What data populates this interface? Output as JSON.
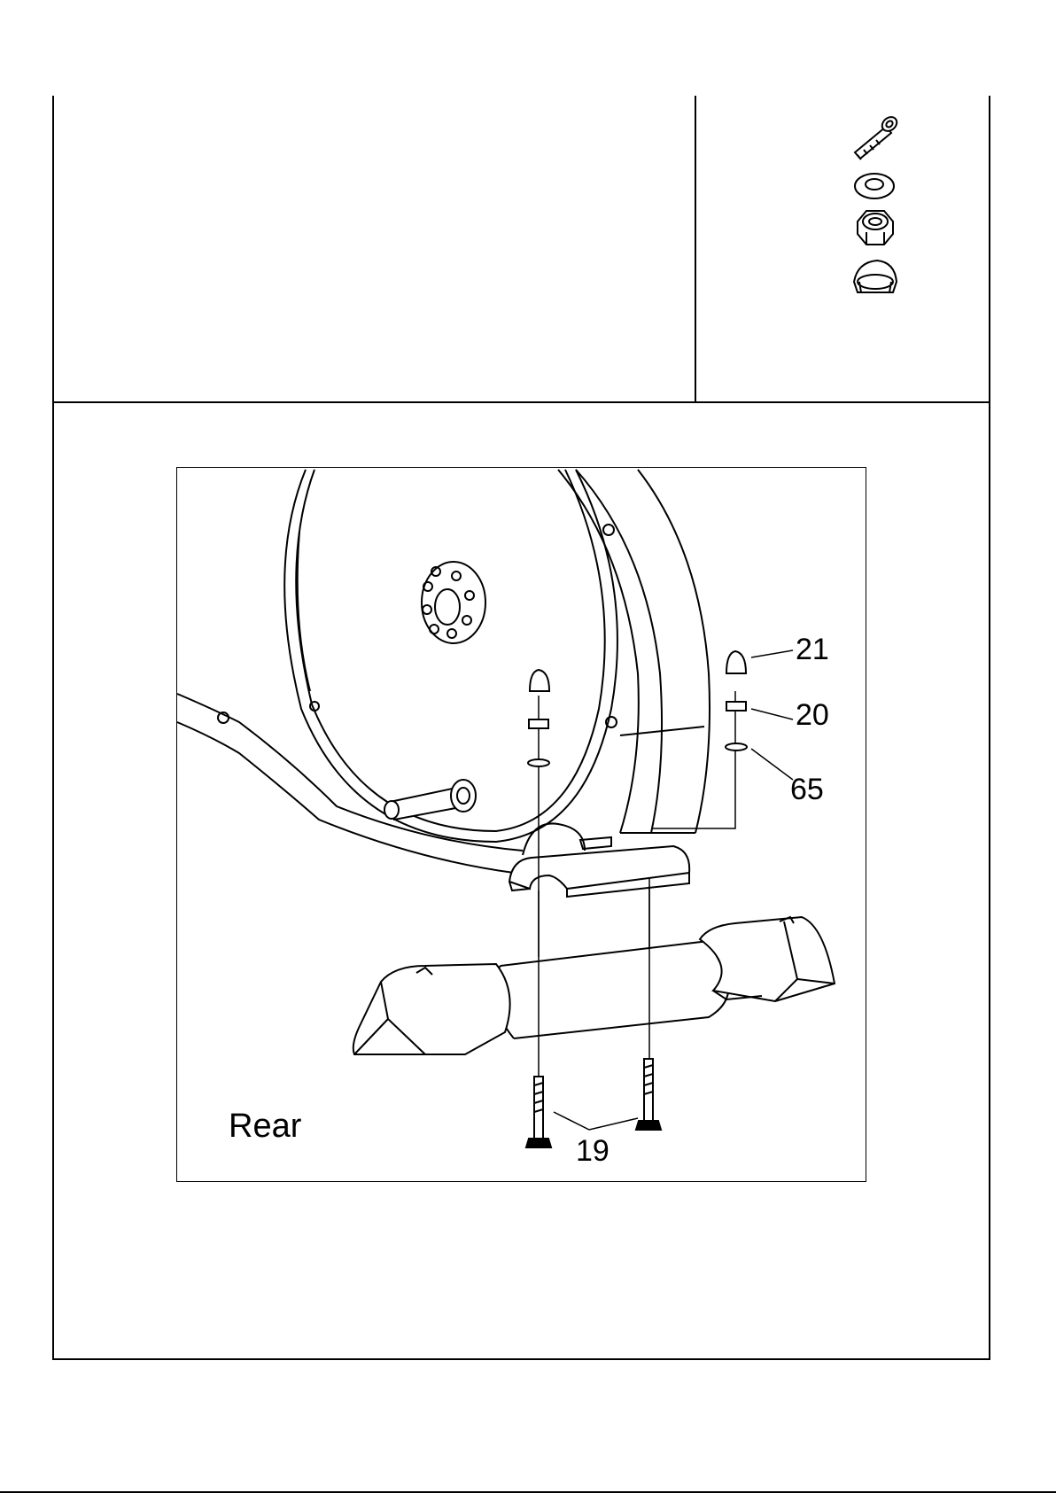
{
  "diagram": {
    "view_label": "Rear",
    "callouts": [
      {
        "id": "callout-21",
        "text": "21"
      },
      {
        "id": "callout-20",
        "text": "20"
      },
      {
        "id": "callout-65",
        "text": "65"
      },
      {
        "id": "callout-19",
        "text": "19"
      }
    ],
    "hardware_icons": [
      "bolt-icon",
      "washer-icon",
      "nut-icon",
      "cap-nut-icon"
    ],
    "line_color": "#000000"
  }
}
